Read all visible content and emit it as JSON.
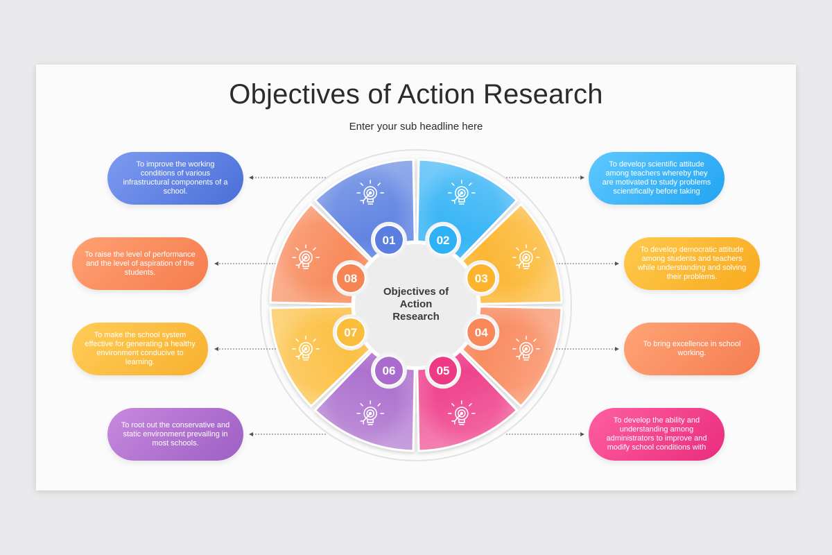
{
  "title": "Objectives of Action Research",
  "subtitle": "Enter your sub headline here",
  "center": {
    "line1": "Objectives of",
    "line2": "Action",
    "line3": "Research"
  },
  "colors": {
    "s01": "#5a7fe0",
    "s02": "#2fb1f5",
    "s03": "#fbb42c",
    "s04": "#f8875a",
    "s05": "#ee3a86",
    "s06": "#a96bcc",
    "s07": "#fbbd3c",
    "s08": "#f78554"
  },
  "segments": [
    {
      "num": "01",
      "text": "To improve the working conditions of various infrastructural components of a school."
    },
    {
      "num": "02",
      "text": "To develop scientific attitude among teachers whereby they are motivated to study problems scientifically before taking"
    },
    {
      "num": "03",
      "text": "To develop democratic attitude among students and teachers while understanding and solving their problems."
    },
    {
      "num": "04",
      "text": "To bring excellence in school working."
    },
    {
      "num": "05",
      "text": "To develop the ability and understanding among administrators to improve and modify school conditions with"
    },
    {
      "num": "06",
      "text": "To root out the conservative and static environment prevailing in most schools."
    },
    {
      "num": "07",
      "text": "To make the school system effective for generating a healthy environment conducive to learning."
    },
    {
      "num": "08",
      "text": "To raise the level of performance and the level of aspiration of the students."
    }
  ],
  "icon": "lightbulb-target-icon"
}
